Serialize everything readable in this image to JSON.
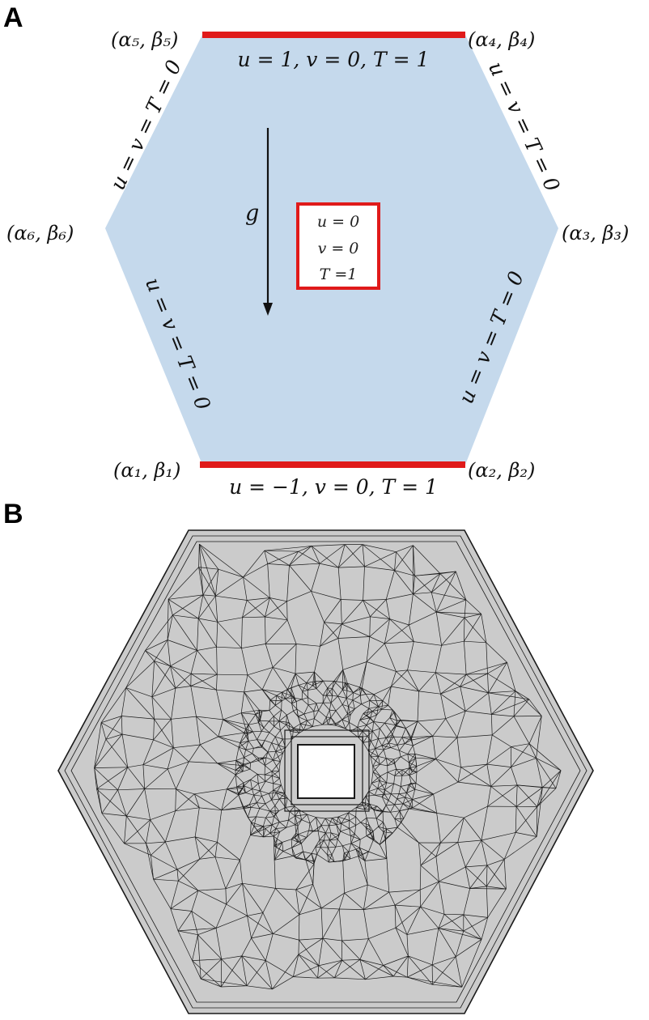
{
  "panel_a": {
    "label": "A",
    "corners": {
      "c1": "(α₁, β₁)",
      "c2": "(α₂, β₂)",
      "c3": "(α₃, β₃)",
      "c4": "(α₄, β₄)",
      "c5": "(α₅, β₅)",
      "c6": "(α₆, β₆)"
    },
    "top_bc": "u = 1, v = 0, T = 1",
    "bottom_bc": "u = −1, v = 0, T = 1",
    "side_bc": "u = v = T = 0",
    "gravity": "g",
    "inner_box": {
      "line1": "u = 0",
      "line2": "v = 0",
      "line3": "T =1"
    },
    "colors": {
      "domain": "#c5d9ec",
      "heated_wall": "#e01a1a"
    }
  },
  "panel_b": {
    "label": "B",
    "colors": {
      "mesh_fill": "#cbcbcb",
      "mesh_lines": "#1a1a1a"
    }
  }
}
